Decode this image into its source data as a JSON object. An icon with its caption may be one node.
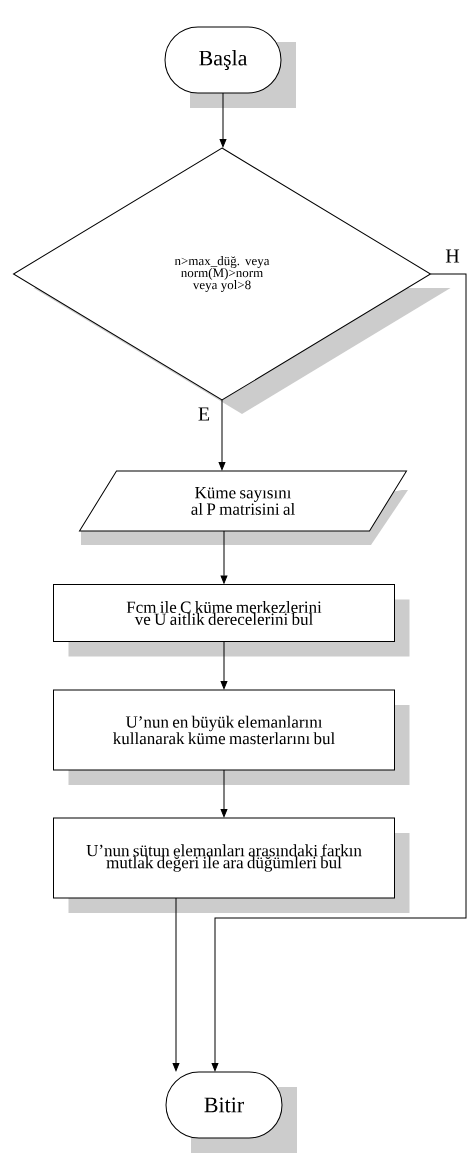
{
  "diagram": {
    "nodes": [
      {
        "text": [
          "Başla"
        ]
      },
      {
        "text": [
          "n>max_düğ. veya norm(M)>norm veya yol>8"
        ]
      },
      {
        "text": [
          "Küme sayısını al P matrisini al"
        ]
      },
      {
        "text": [
          "Fcm ile C küme merkezlerini ve U aitlik derecelerini bul"
        ]
      },
      {
        "text": [
          "U’nun en büyük elemanlarını kullanarak küme masterlarını bul"
        ]
      },
      {
        "text": [
          "U’nun sütun elemanları arasındaki farkın mutlak değeri ile ara düğümleri bul"
        ]
      },
      {
        "text": [
          "Bitir"
        ]
      }
    ],
    "edges": [
      {
        "from": 0,
        "to": 1,
        "arrow": "to"
      },
      {
        "from": 1,
        "to": 2,
        "arrow": "to",
        "label": "E"
      },
      {
        "from": 2,
        "to": 3,
        "arrow": "to"
      },
      {
        "from": 3,
        "to": 4,
        "arrow": "to"
      },
      {
        "from": 4,
        "to": 5,
        "arrow": "to"
      },
      {
        "from": 5,
        "to": 6,
        "arrow": "to"
      },
      {
        "from": 1,
        "to": 6,
        "arrow": "to",
        "label": "H"
      }
    ]
  }
}
